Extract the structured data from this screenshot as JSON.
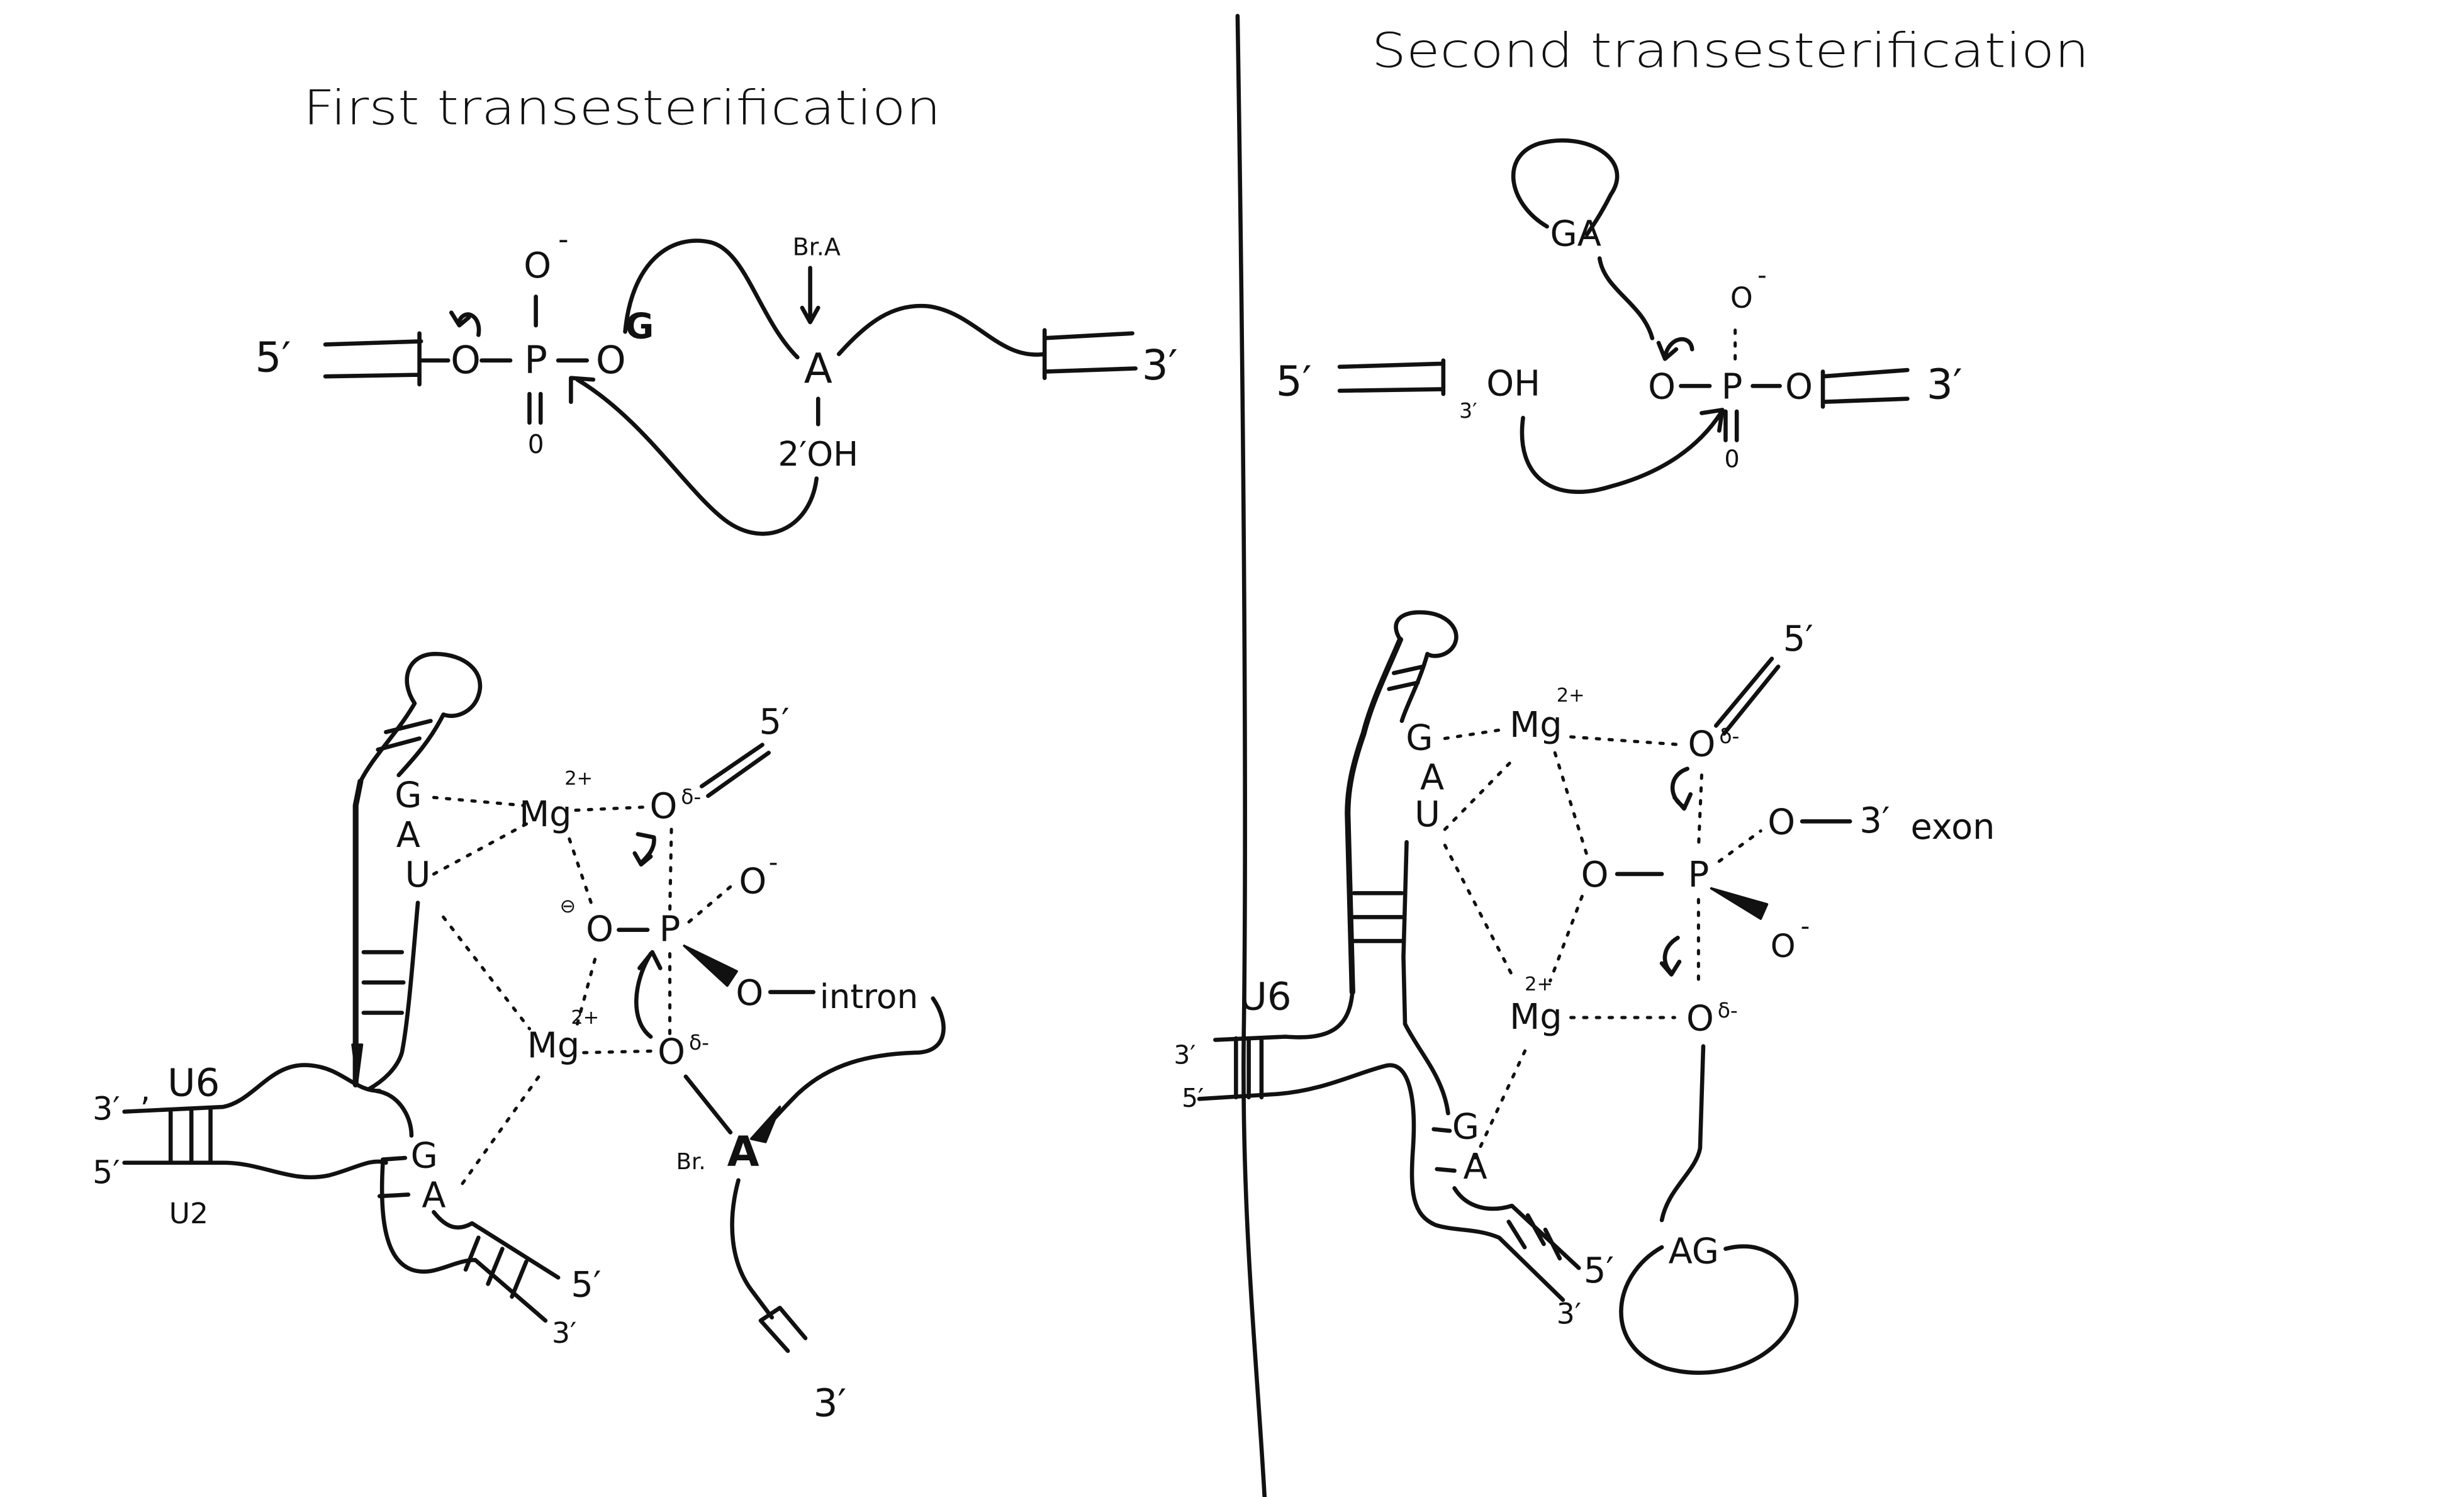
{
  "panels": {
    "first": {
      "title": "First transesterification",
      "scheme": {
        "end_5": "5′",
        "o_bridge": "O",
        "p": "P",
        "o_ester": "O",
        "g": "G",
        "o_top": "O",
        "o_top_charge": "-",
        "o_double": "0",
        "branch_label": "Br.A",
        "branch_a": "A",
        "end_3": "3′",
        "hydroxyl": "2′OH"
      },
      "active_site": {
        "stem_g": "G",
        "stem_a": "A",
        "stem_u": "U",
        "mg_a": "Mg",
        "mg_a_charge": "2+",
        "o_top": "O",
        "o_top_charge": "δ-",
        "exon_5": "5′",
        "o_minus": "O",
        "o_minus_charge": "-",
        "neg_sign": "⊖",
        "o_left": "O",
        "p": "P",
        "o_intron": "O",
        "intron_label": "intron",
        "mg_b": "Mg",
        "mg_b_charge": "2+",
        "o_bottom": "O",
        "o_bottom_charge": "δ-",
        "branch_prefix": "Br.",
        "branch_a": "A",
        "intron_3": "3′",
        "u6_3": "3′",
        "comma": ",",
        "u6_label": "U6",
        "u2_5": "5′",
        "u2_label": "U2",
        "u2_g": "G",
        "u2_a": "A",
        "duplex_5": "5′",
        "duplex_3": "3′"
      }
    },
    "second": {
      "title": "Second transesterification",
      "scheme": {
        "lariat_ga": "GA",
        "end_5": "5′",
        "oh_3_prime": "3′",
        "oh": "OH",
        "o_left": "O",
        "p": "P",
        "o_right": "O",
        "end_3": "3′",
        "o_top": "O",
        "o_top_charge": "-",
        "o_double": "0"
      },
      "active_site": {
        "exon_5": "5′",
        "stem_g": "G",
        "stem_a": "A",
        "stem_u": "U",
        "mg_a": "Mg",
        "mg_a_charge": "2+",
        "o_top": "O",
        "o_top_charge": "δ-",
        "o_exon": "O",
        "exon_3_prime": "3′",
        "exon_label": "exon",
        "o_left": "O",
        "p": "P",
        "o_minus": "O",
        "o_minus_charge": "-",
        "mg_b": "Mg",
        "mg_b_charge": "2+",
        "o_bottom": "O",
        "o_bottom_charge": "δ-",
        "lariat_ag": "AG",
        "u6_3": "3′",
        "u6_5": "5′",
        "u6_label": "U6",
        "u2_g": "G",
        "u2_a": "A",
        "duplex_5": "5′",
        "duplex_3": "3′"
      }
    }
  }
}
